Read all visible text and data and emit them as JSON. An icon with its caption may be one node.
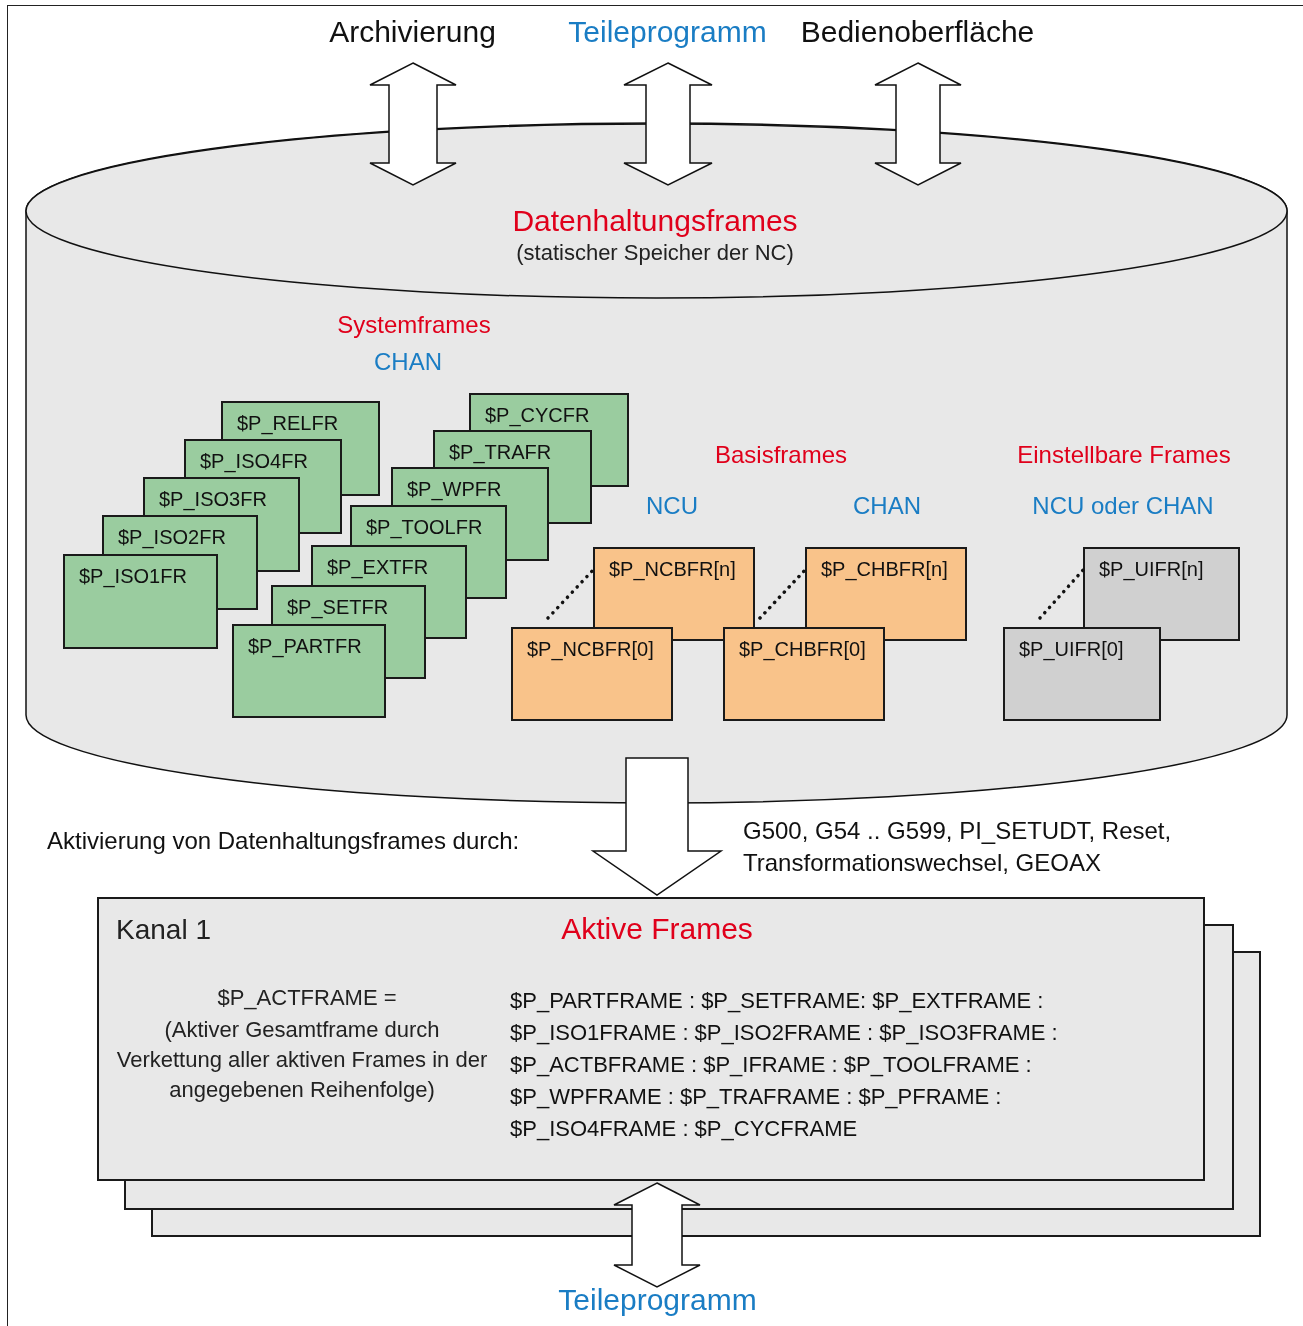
{
  "diagram": {
    "nodes": [
      {
        "text": [
          "Archivierung"
        ]
      },
      {
        "text": [
          "Teileprogramm"
        ]
      },
      {
        "text": [
          "Bedienoberfläche"
        ]
      },
      {
        "text": [
          "Datenhaltungsframes",
          "(statischer Speicher der NC)"
        ]
      },
      {
        "text": [
          "$P_RELFR"
        ],
        "in": 3
      },
      {
        "text": [
          "$P_ISO4FR"
        ],
        "in": 3
      },
      {
        "text": [
          "$P_ISO3FR"
        ],
        "in": 3
      },
      {
        "text": [
          "$P_ISO2FR"
        ],
        "in": 3
      },
      {
        "text": [
          "$P_ISO1FR"
        ],
        "in": 3
      },
      {
        "text": [
          "$P_CYCFR"
        ],
        "in": 3
      },
      {
        "text": [
          "$P_TRAFR"
        ],
        "in": 3
      },
      {
        "text": [
          "$P_WPFR"
        ],
        "in": 3
      },
      {
        "text": [
          "$P_TOOLFR"
        ],
        "in": 3
      },
      {
        "text": [
          "$P_EXTFR"
        ],
        "in": 3
      },
      {
        "text": [
          "$P_SETFR"
        ],
        "in": 3
      },
      {
        "text": [
          "$P_PARTFR"
        ],
        "in": 3
      },
      {
        "text": [
          "$P_NCBFR[n]"
        ],
        "in": 3
      },
      {
        "text": [
          "$P_NCBFR[0]"
        ],
        "in": 3
      },
      {
        "text": [
          "$P_CHBFR[n]"
        ],
        "in": 3
      },
      {
        "text": [
          "$P_CHBFR[0]"
        ],
        "in": 3
      },
      {
        "text": [
          "$P_UIFR[n]"
        ],
        "in": 3
      },
      {
        "text": [
          "$P_UIFR[0]"
        ],
        "in": 3
      },
      {
        "text": [
          "Kanal 1",
          "Aktive Frames",
          "$P_ACTFRAME =",
          "(Aktiver Gesamtframe durch Verkettung aller aktiven Frames in der angegebenen Reihenfolge)",
          "$P_PARTFRAME : $P_SETFRAME: $P_EXTFRAME : $P_ISO1FRAME : $P_ISO2FRAME : $P_ISO3FRAME : $P_ACTBFRAME : $P_IFRAME : $P_TOOLFRAME : $P_WPFRAME : $P_TRAFRAME : $P_PFRAME : $P_ISO4FRAME : $P_CYCFRAME"
        ]
      },
      {
        "text": [],
        "shape": "box"
      },
      {
        "text": [],
        "shape": "box"
      },
      {
        "text": [
          "Teileprogramm"
        ]
      }
    ],
    "edges": [
      {
        "from": 0,
        "to": 3,
        "arrow": "both"
      },
      {
        "from": 1,
        "to": 3,
        "arrow": "both"
      },
      {
        "from": 2,
        "to": 3,
        "arrow": "both"
      },
      {
        "from": 17,
        "to": 16,
        "arrow": "none",
        "style": "dashed"
      },
      {
        "from": 19,
        "to": 18,
        "arrow": "none",
        "style": "dashed"
      },
      {
        "from": 21,
        "to": 20,
        "arrow": "none",
        "style": "dashed"
      },
      {
        "from": 3,
        "to": 22,
        "arrow": "to"
      },
      {
        "from": 22,
        "to": 25,
        "arrow": "both"
      }
    ],
    "labels": [
      "Systemframes",
      "CHAN",
      "Basisframes",
      "Einstellbare Frames",
      "NCU",
      "CHAN",
      "NCU oder CHAN",
      "Aktivierung von Datenhaltungsframes durch:",
      "G500, G54 .. G599, PI_SETUDT, Reset, Transformationswechsel, GEOAX"
    ]
  }
}
